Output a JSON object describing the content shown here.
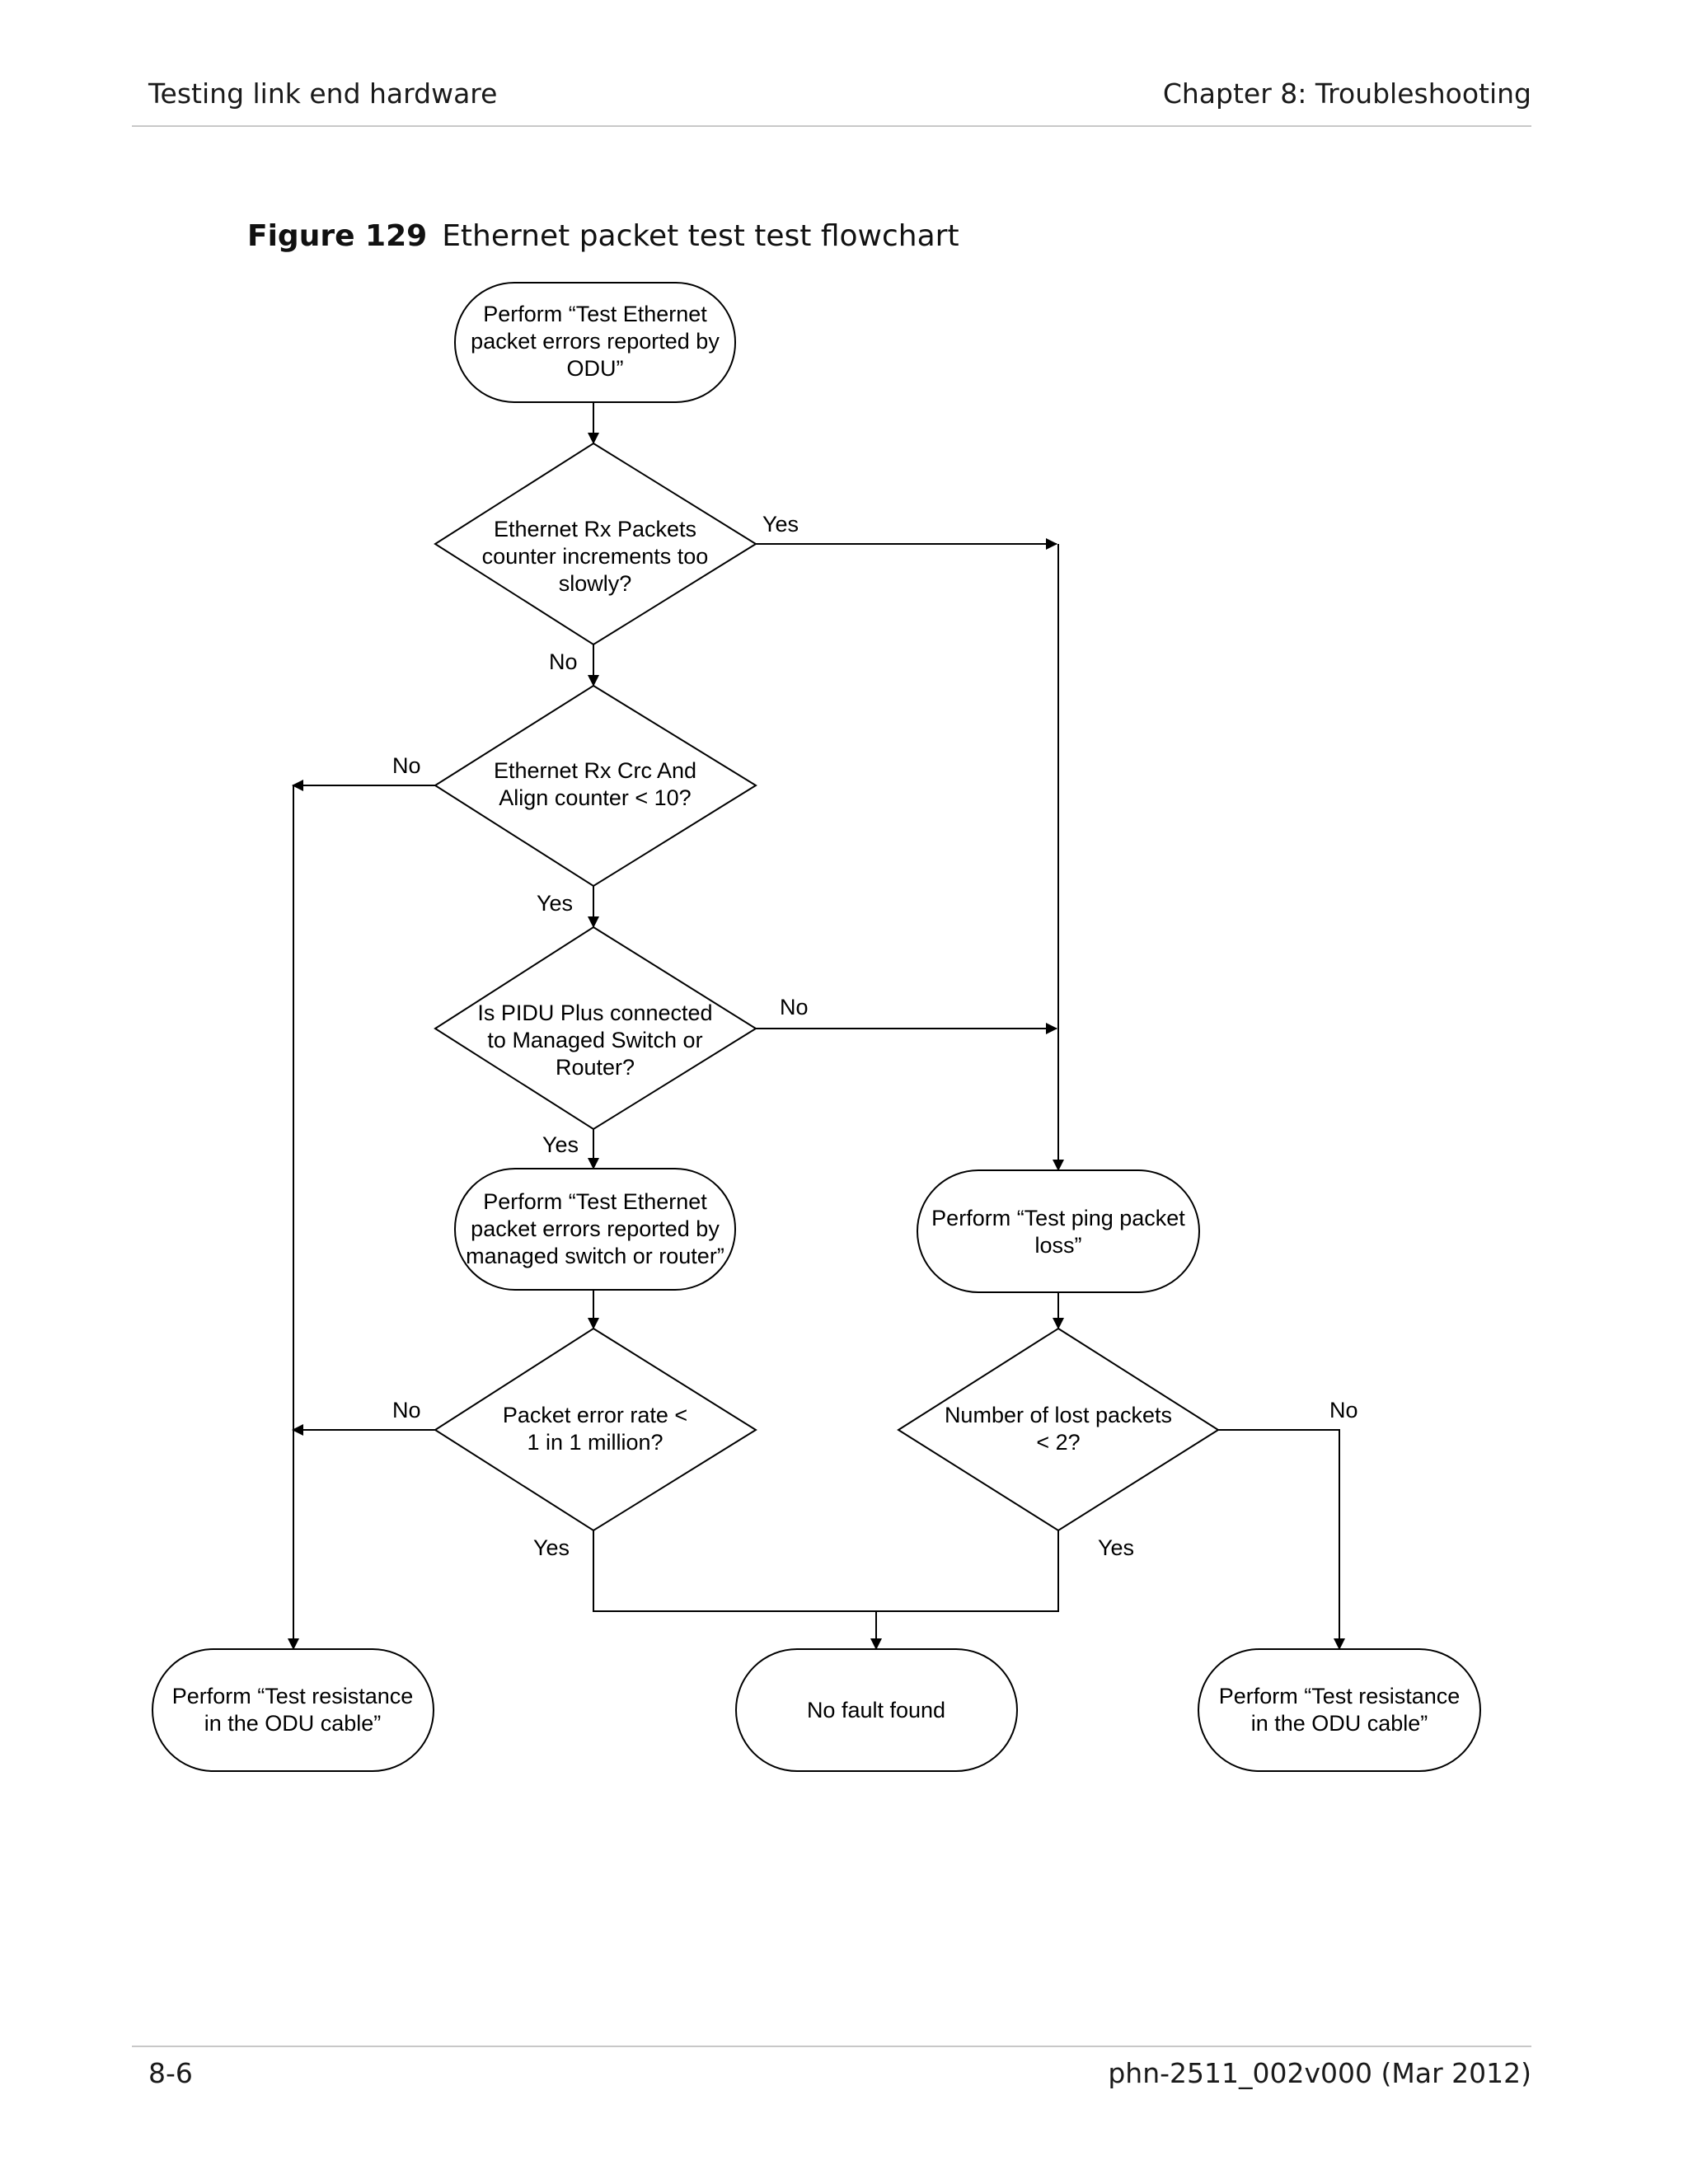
{
  "header": {
    "left": "Testing link end hardware",
    "right": "Chapter 8:  Troubleshooting"
  },
  "figure": {
    "number": "Figure 129",
    "title": "Ethernet packet test test flowchart"
  },
  "nodes": {
    "start": [
      "Perform “Test Ethernet",
      "packet errors reported by",
      "ODU”"
    ],
    "d_rx_packets": [
      "Ethernet Rx Packets",
      "counter increments too",
      "slowly?"
    ],
    "d_crc": [
      "Ethernet Rx Crc And",
      "Align counter < 10?"
    ],
    "d_pidu": [
      "Is PIDU Plus connected",
      "to Managed Switch or",
      "Router?"
    ],
    "p_switch": [
      "Perform “Test Ethernet",
      "packet errors reported by",
      "managed switch or router”"
    ],
    "p_ping": [
      "Perform “Test ping packet",
      "loss”"
    ],
    "d_error_rate": [
      "Packet error rate <",
      "1 in 1 million?"
    ],
    "d_lost": [
      "Number of lost packets",
      "< 2?"
    ],
    "end_left": [
      "Perform “Test resistance",
      "in the ODU cable”"
    ],
    "end_mid": [
      "No fault found"
    ],
    "end_right": [
      "Perform “Test resistance",
      "in the ODU cable”"
    ]
  },
  "edge_labels": {
    "rx_yes": "Yes",
    "rx_no": "No",
    "crc_no": "No",
    "crc_yes": "Yes",
    "pidu_no": "No",
    "pidu_yes": "Yes",
    "err_no": "No",
    "err_yes": "Yes",
    "lost_no": "No",
    "lost_yes": "Yes"
  },
  "footer": {
    "left": "8-6",
    "right": "phn-2511_002v000 (Mar 2012)"
  }
}
